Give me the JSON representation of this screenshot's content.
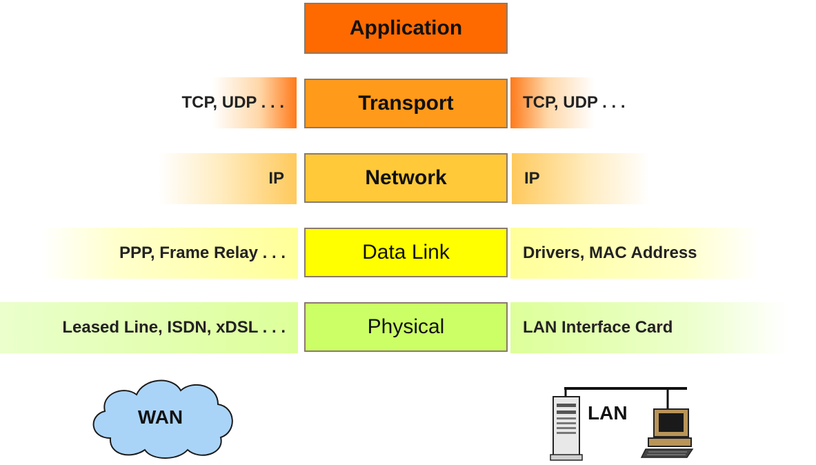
{
  "layers": {
    "application": "Application",
    "transport": "Transport",
    "network": "Network",
    "data_link": "Data Link",
    "physical": "Physical"
  },
  "left": {
    "transport": "TCP, UDP . . .",
    "network": "IP",
    "data_link": "PPP, Frame Relay . . .",
    "physical": "Leased Line, ISDN, xDSL . . ."
  },
  "right": {
    "transport": "TCP, UDP . . .",
    "network": "IP",
    "data_link": "Drivers, MAC Address",
    "physical": "LAN Interface Card"
  },
  "wan_label": "WAN",
  "lan_label": "LAN",
  "colors": {
    "application": "#ff6a00",
    "transport": "#ff9a1a",
    "network": "#ffc93a",
    "data_link": "#ffff00",
    "physical": "#ccff66",
    "cloud": "#aad4f7"
  }
}
